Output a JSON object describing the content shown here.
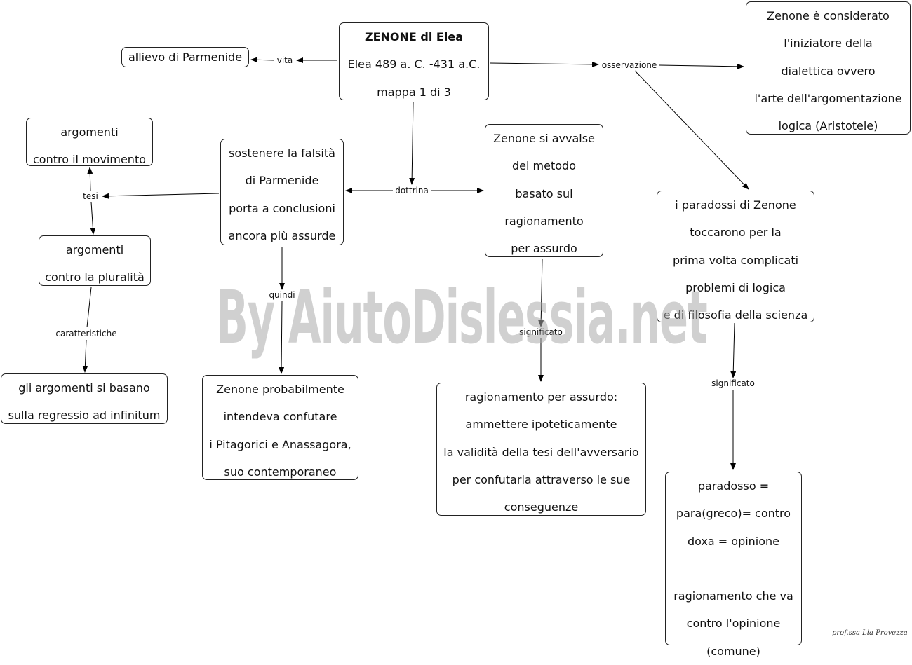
{
  "watermark": "By AiutoDislessia.net",
  "signature": "prof.ssa Lia Provezza",
  "nodes": {
    "zenone": {
      "lines": [
        "ZENONE di Elea",
        "Elea 489 a. C. -431 a.C.",
        "mappa 1 di 3"
      ]
    },
    "allievo": {
      "lines": [
        "allievo di Parmenide"
      ]
    },
    "iniziatore": {
      "lines": [
        "Zenone è considerato",
        "l'iniziatore della",
        "dialettica ovvero",
        "l'arte dell'argomentazione",
        "logica (Aristotele)"
      ]
    },
    "movimento": {
      "lines": [
        "argomenti",
        "contro il movimento"
      ]
    },
    "falsita": {
      "lines": [
        "sostenere la falsità",
        "di Parmenide",
        "porta a conclusioni",
        "ancora più assurde"
      ]
    },
    "metodo": {
      "lines": [
        "Zenone si  avvalse",
        "del metodo",
        "basato sul",
        "ragionamento",
        "per assurdo"
      ]
    },
    "paradossi": {
      "lines": [
        "i paradossi di Zenone",
        "toccarono per la",
        "prima volta complicati",
        "problemi di logica",
        "e di filosofia della scienza"
      ]
    },
    "pluralita": {
      "lines": [
        "argomenti",
        "contro la pluralità"
      ]
    },
    "regressio": {
      "lines": [
        "gli argomenti si basano",
        "sulla regressio ad infinitum"
      ]
    },
    "confutare": {
      "lines": [
        "Zenone probabilmente",
        "intendeva confutare",
        "i Pitagorici e Anassagora,",
        "suo contemporaneo"
      ]
    },
    "assurdo": {
      "lines": [
        "ragionamento per assurdo:",
        "ammettere ipoteticamente",
        "la validità della tesi dell'avversario",
        "per confutarla attraverso le sue",
        "conseguenze"
      ]
    },
    "paradosso": {
      "lines": [
        "paradosso =",
        "para(greco)= contro",
        "doxa = opinione",
        "",
        "ragionamento che va",
        "contro l'opinione",
        "(comune)"
      ]
    }
  },
  "labels": {
    "vita": "vita",
    "osservazione": "osservazione",
    "dottrina": "dottrina",
    "tesi": "tesi",
    "quindi": "quindi",
    "significato_1": "significato",
    "significato_2": "significato",
    "caratteristiche": "caratteristiche"
  }
}
